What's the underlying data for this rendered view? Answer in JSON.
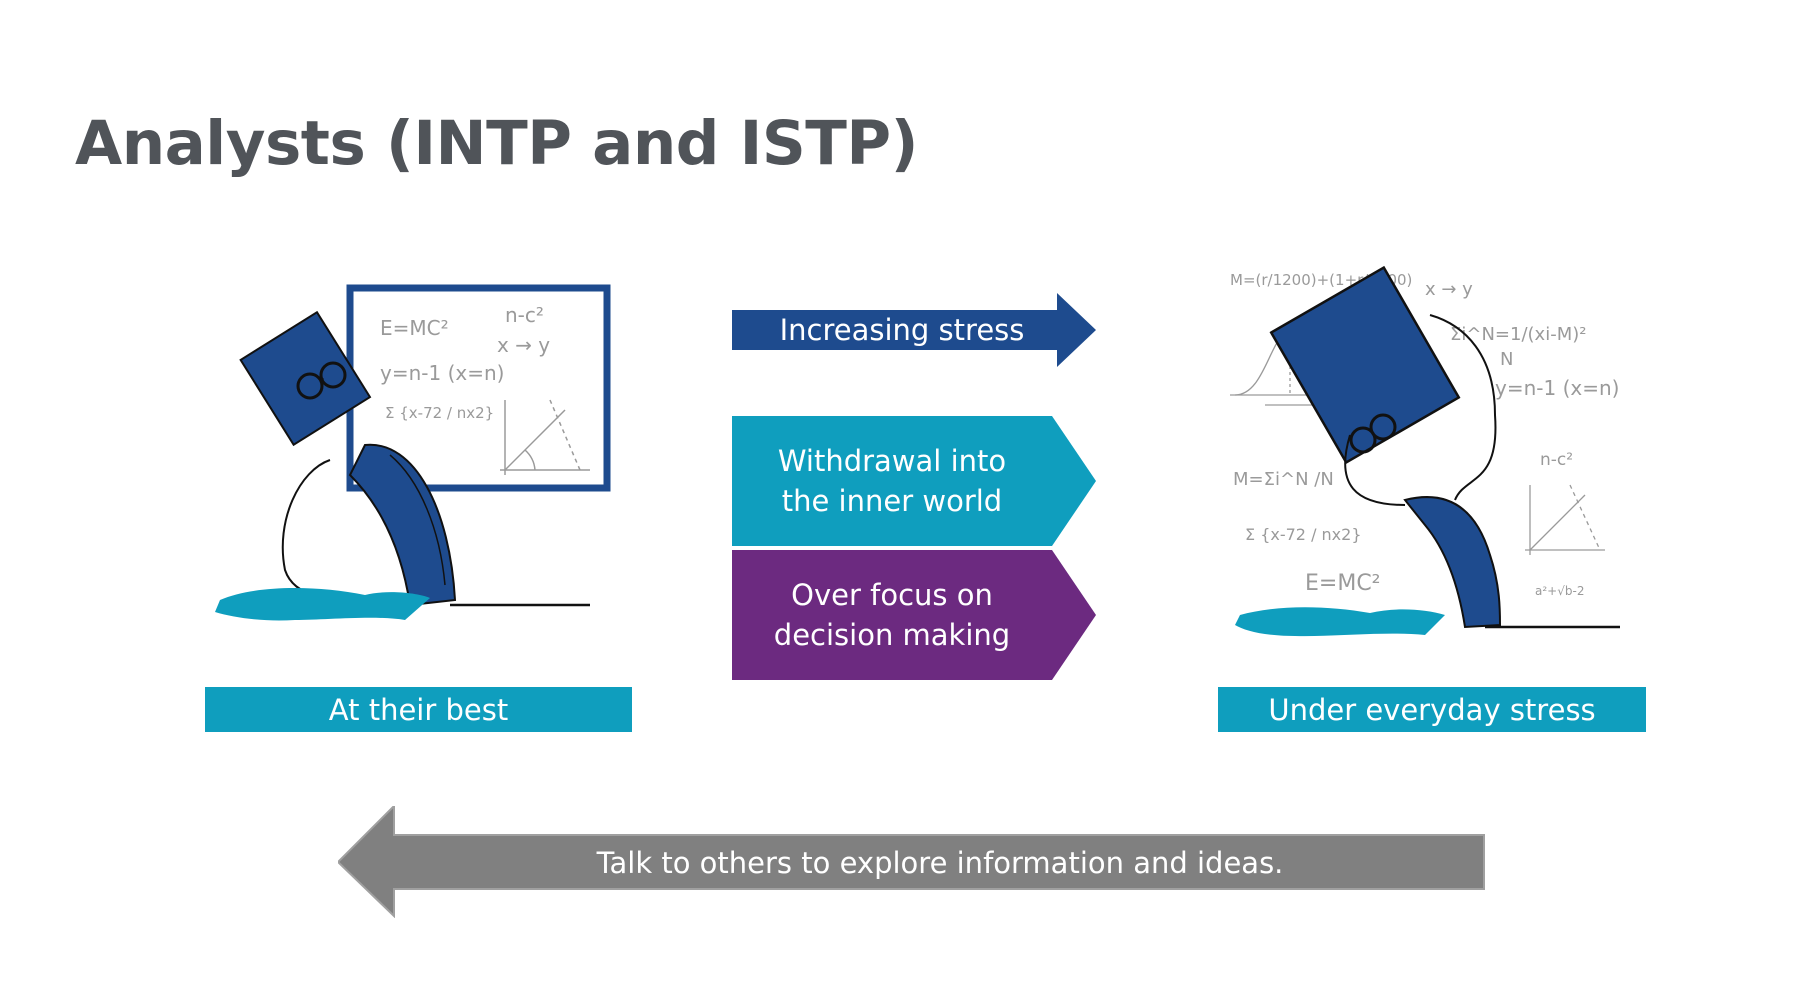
{
  "slide": {
    "title": "Analysts (INTP and ISTP)"
  },
  "flow": {
    "stress_arrow": {
      "label": "Increasing stress",
      "color": "#1e4b8e"
    },
    "stage_1": {
      "label": "Withdrawal into\nthe inner world",
      "color": "#0f9ebe"
    },
    "stage_2": {
      "label": "Over focus on\ndecision making",
      "color": "#6c2a80"
    },
    "return_arrow": {
      "label": "Talk to others to explore information and ideas.",
      "color": "#808080"
    }
  },
  "panels": {
    "left": {
      "caption": "At their best",
      "board": [
        "E=MC²",
        "n-c²",
        "x → y",
        "y=n-1 (x=n)",
        "Σ {x-72 / nx2}"
      ]
    },
    "right": {
      "caption": "Under everyday stress",
      "notes": [
        "M=(r/1200)+(1+r/1200)",
        "x → y",
        "Σi^N=1/(xi-M)²",
        "N",
        "y=n-1 (x=n)",
        "M=Σi^N /N",
        "n-c²",
        "Σ {x-72 / nx2}",
        "E=MC²",
        "a²+√b-2"
      ]
    }
  },
  "colors": {
    "title": "#505459",
    "navy": "#1e4b8e",
    "teal": "#0f9ebe",
    "purple": "#6c2a80",
    "gray": "#808080"
  }
}
